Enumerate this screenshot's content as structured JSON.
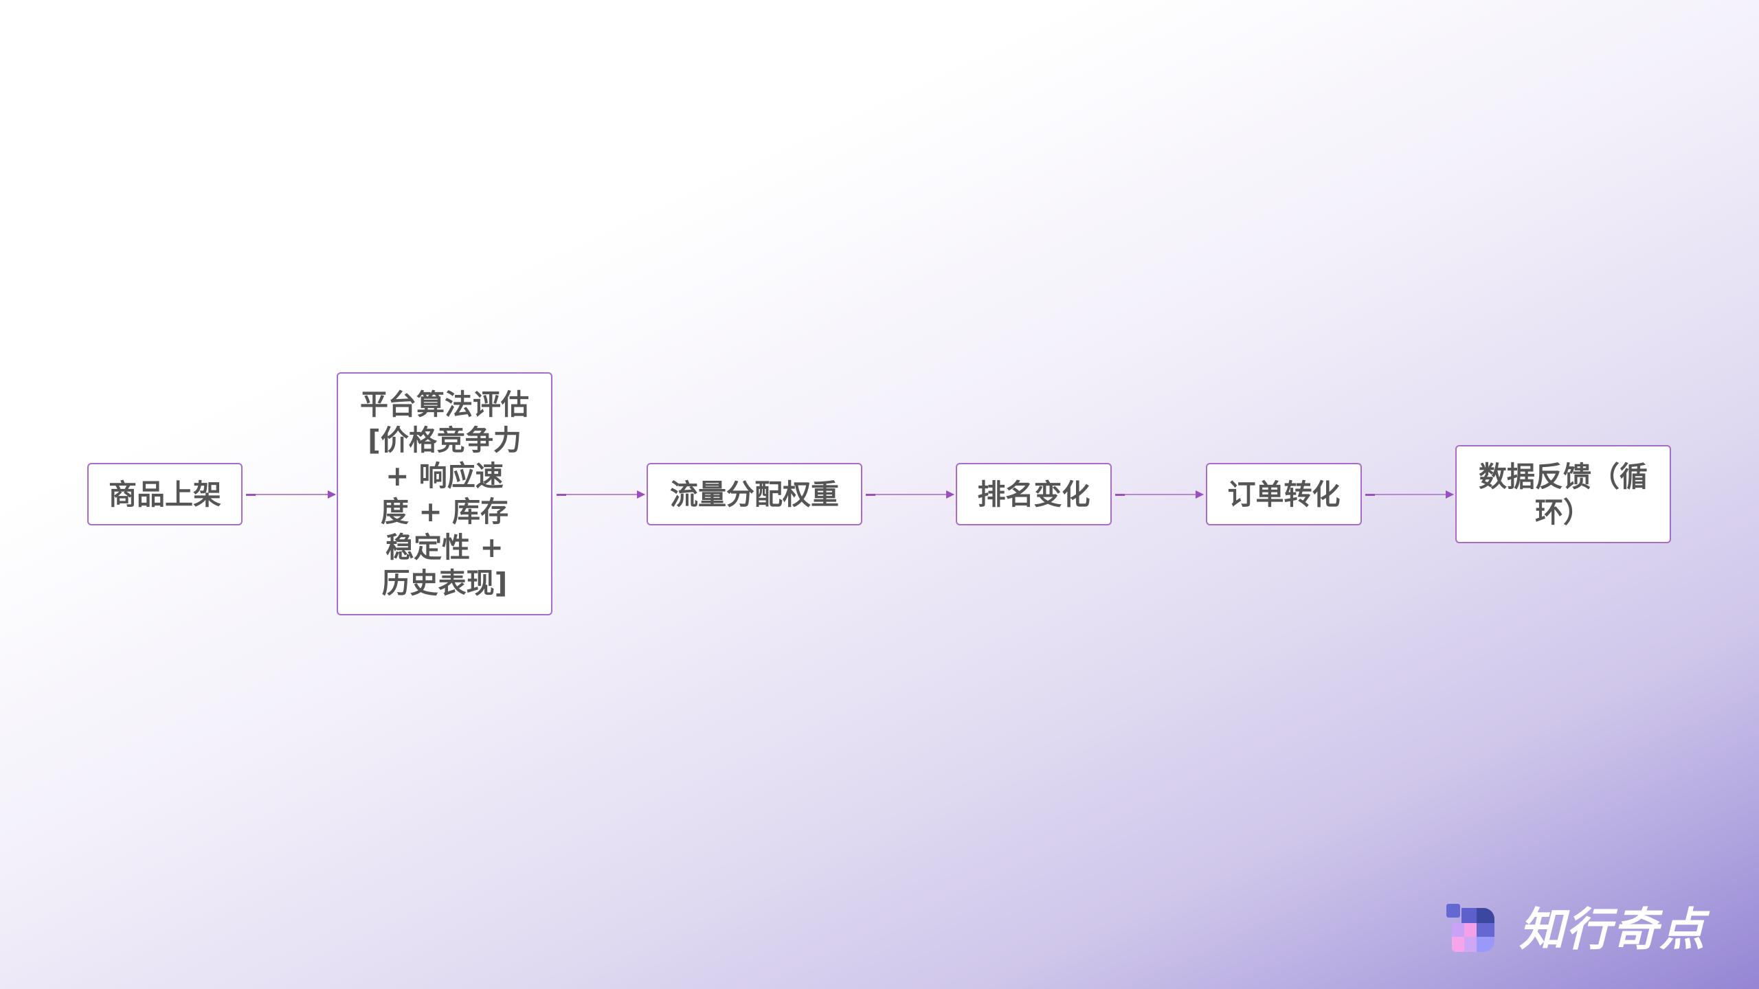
{
  "diagram": {
    "type": "flowchart",
    "direction": "left-to-right",
    "nodes": [
      {
        "id": "n1",
        "label": "商品上架"
      },
      {
        "id": "n2",
        "label": "平台算法评估 [价格竞争力 + 响应速度 + 库存稳定性 + 历史表现]"
      },
      {
        "id": "n3",
        "label": "流量分配权重"
      },
      {
        "id": "n4",
        "label": "排名变化"
      },
      {
        "id": "n5",
        "label": "订单转化"
      },
      {
        "id": "n6",
        "label": "数据反馈（循环）"
      }
    ],
    "edges": [
      {
        "from": "n1",
        "to": "n2"
      },
      {
        "from": "n2",
        "to": "n3"
      },
      {
        "from": "n3",
        "to": "n4"
      },
      {
        "from": "n4",
        "to": "n5"
      },
      {
        "from": "n5",
        "to": "n6"
      }
    ],
    "colors": {
      "node_border": "#a66cc8",
      "edge": "#b888d2",
      "text": "#555555",
      "node_fill": "#ffffff"
    }
  },
  "node_lines": {
    "n2": [
      "平台算法评估",
      "[价格竞争力",
      "+ 响应速",
      "度 + 库存",
      "稳定性 +",
      "历史表现]"
    ],
    "n6": [
      "数据反馈（循",
      "环）"
    ]
  },
  "brand": {
    "name": "知行奇点",
    "icon": "pixel-grid-logo-icon"
  }
}
